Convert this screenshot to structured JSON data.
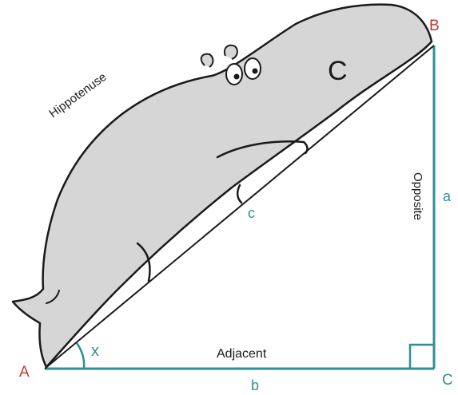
{
  "diagram": {
    "vertices": {
      "a": "A",
      "b": "B",
      "c": "C"
    },
    "sides": {
      "hyp": "c",
      "opp": "a",
      "adj": "b"
    },
    "side_names": {
      "hyp": "Hippotenuse",
      "opp": "Opposite",
      "adj": "Adjacent"
    },
    "angle": "x",
    "hippo_letter": "C"
  },
  "colors": {
    "teal": "#2f8f94",
    "vertex": "#c0392b",
    "body_fill": "#d6d6d6",
    "outline": "#1a1a1a"
  }
}
